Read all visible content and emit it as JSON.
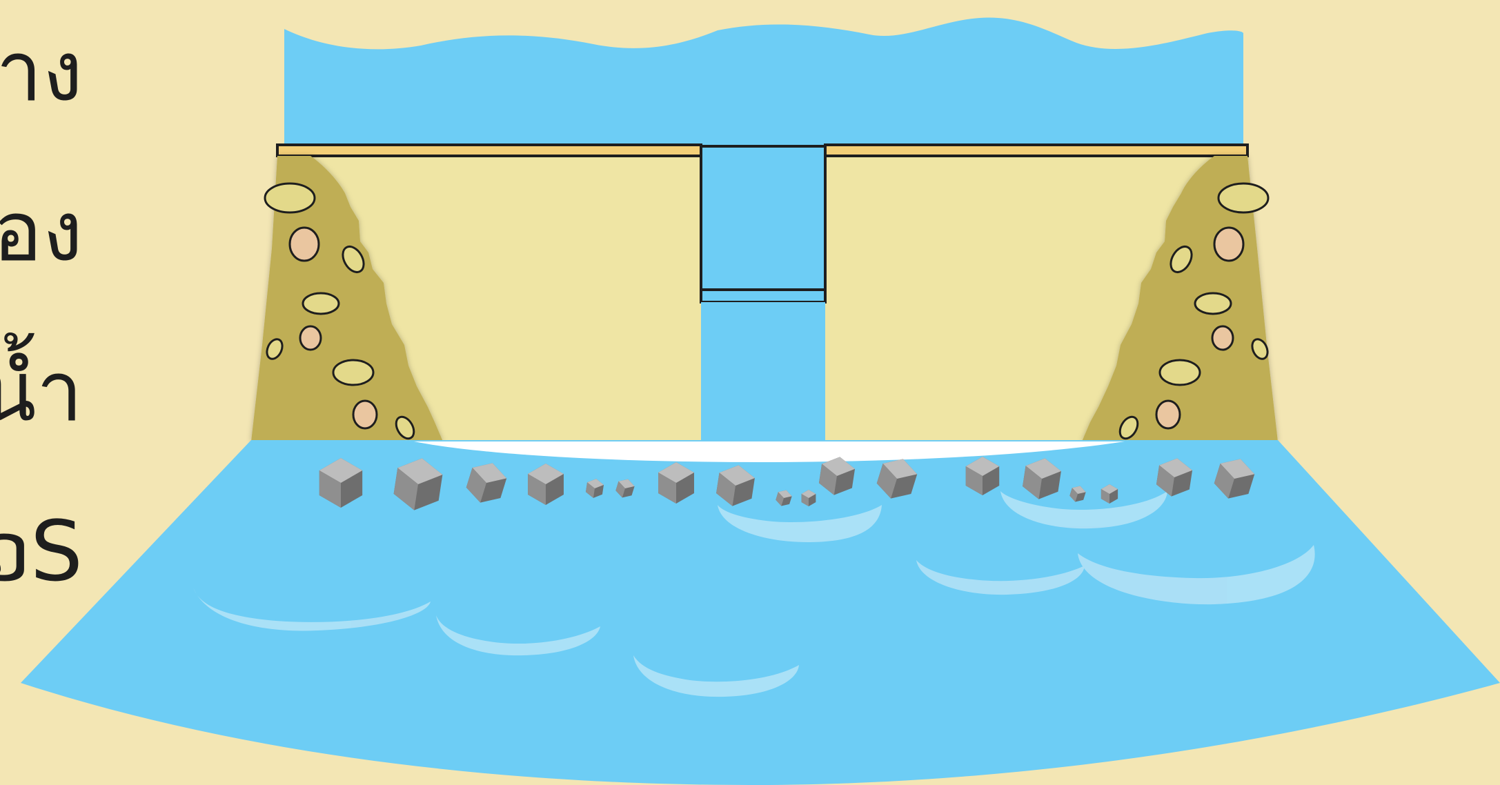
{
  "palette": {
    "background": "#f3e6b4",
    "reservoir_water": "#6dcdf5",
    "dam_wall": "#efe5a4",
    "crest": "#f3cf78",
    "bank": "#bfae54",
    "outline": "#1e1e1e",
    "stone_light": "#bdbdbd",
    "stone_dark": "#6e6e6e",
    "foam": "#ffffff"
  },
  "side_text": {
    "lines": [
      "าง",
      "อง",
      "น้ำ",
      "ວS"
    ]
  },
  "scene": {
    "elements": [
      "reservoir",
      "dam-crest-left",
      "dam-crest-right",
      "spillway",
      "left-bank",
      "right-bank",
      "river",
      "stones"
    ]
  }
}
